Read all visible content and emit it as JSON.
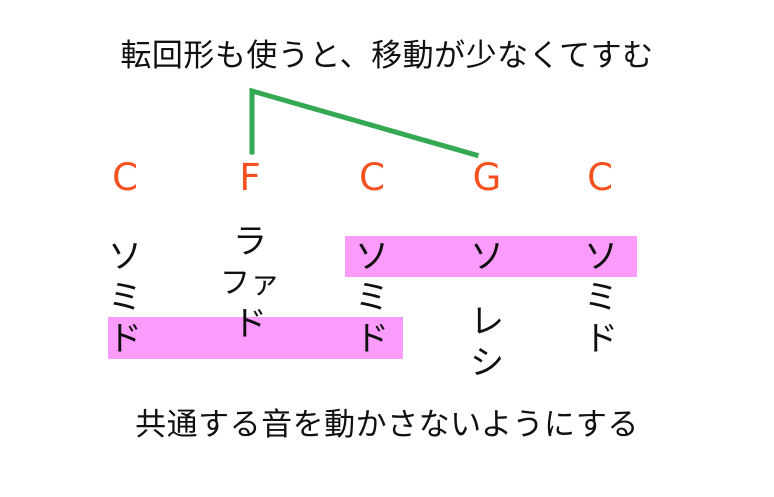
{
  "caption": {
    "top": "転回形も使うと、移動が少なくてすむ",
    "bottom": "共通する音を動かさないようにする"
  },
  "colors": {
    "background": "#ffffff",
    "chord_label": "#F4511E",
    "note_text": "#101010",
    "highlight": "#FB9BFB",
    "connector": "#34A853"
  },
  "chord_progression": {
    "labels": [
      "C",
      "F",
      "C",
      "G",
      "C"
    ]
  },
  "voicings": [
    {
      "chord": "C",
      "notes": [
        "ソ",
        "ミ",
        "ド"
      ]
    },
    {
      "chord": "F",
      "notes": [
        "ラ",
        "ファ",
        "ド"
      ]
    },
    {
      "chord": "C",
      "notes": [
        "ソ",
        "ミ",
        "ド"
      ]
    },
    {
      "chord": "G",
      "notes": [
        "ソ",
        "レ",
        "シ"
      ]
    },
    {
      "chord": "C",
      "notes": [
        "ソ",
        "ミ",
        "ド"
      ]
    }
  ],
  "highlights": {
    "top_label": "ソ",
    "bottom_label": "ド"
  }
}
